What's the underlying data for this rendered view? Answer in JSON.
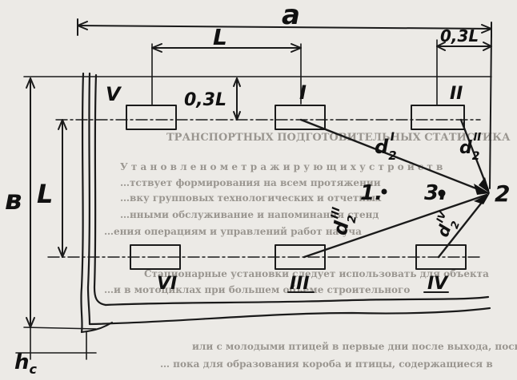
{
  "labels": {
    "dim_a": "a",
    "dim_L_top": "L",
    "dim_03L_top": "0,3L",
    "dim_03L_left": "0,3L",
    "dim_b": "в",
    "dim_L_left": "L",
    "dim_hc_main": "h",
    "dim_hc_sub": "c"
  },
  "wells": [
    {
      "id": "I",
      "label": "I"
    },
    {
      "id": "II",
      "label": "II"
    },
    {
      "id": "III",
      "label": "III"
    },
    {
      "id": "IV",
      "label": "IV"
    },
    {
      "id": "V",
      "label": "V"
    },
    {
      "id": "VI",
      "label": "VI"
    }
  ],
  "points": [
    {
      "id": "1",
      "label": "1."
    },
    {
      "id": "2",
      "label": "2"
    },
    {
      "id": "3",
      "label": "3."
    }
  ],
  "distances": [
    {
      "base": "d",
      "sub": "2",
      "sup": "I"
    },
    {
      "base": "d",
      "sub": "2",
      "sup": "II"
    },
    {
      "base": "d",
      "sub": "2",
      "sup": "III"
    },
    {
      "base": "d",
      "sub": "2",
      "sup": "IV"
    }
  ],
  "background_text": [
    "ТРАНСПОРТНЫХ ПОДГОТОВИТЕЛЬНЫХ СТАТИСТИКА",
    "У т а н о в л е н о м е т р а ж и р у ю щ и х   у с т р о й с т в",
    "…тствует формирования на всем протяжении",
    "…вку групповых технологических и отчетных",
    "…нными обслуживание и напоминания стенд",
    "…ения операциям и управлений работ на уча",
    "Стационарные установки следует использовать для объекта",
    "…и в мотоциклах при большем объеме строительного",
    "или с молодыми птицей в первые дни после выхода, поско",
    "… пока для образования короба и птицы, содержащиеся в"
  ]
}
